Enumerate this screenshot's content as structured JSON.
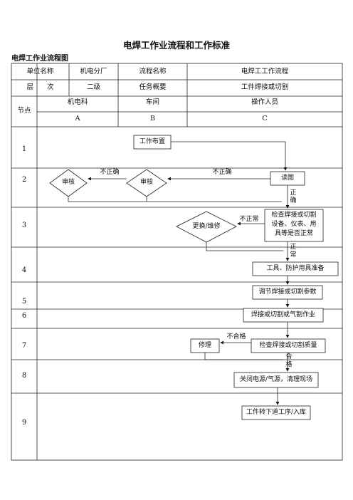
{
  "title": "电焊工作业流程和工作标准",
  "subtitle": "电焊工作业流程图",
  "header": {
    "unit_label": "单位名称",
    "unit_value": "机电分厂",
    "process_label": "流程名称",
    "process_value": "电焊工工作流程",
    "level_label": "层　　次",
    "level_value": "二级",
    "task_label": "任务概要",
    "task_value": "工件焊接或切割",
    "node_label": "节点",
    "col_a": "机电科",
    "col_b": "车间",
    "col_c": "操作人员",
    "col_a_letter": "A",
    "col_b_letter": "B",
    "col_c_letter": "C"
  },
  "rows": [
    "1",
    "2",
    "3",
    "4",
    "5",
    "6",
    "7",
    "8",
    "9"
  ],
  "flow": {
    "work_assign": "工作布置",
    "review_a": "审核",
    "review_b": "审核",
    "incorrect_1": "不正确",
    "incorrect_2": "不正确",
    "read_drawing": "读图",
    "correct_1": "正确",
    "replace_repair": "更换/维修",
    "abnormal": "不正常",
    "check_equipment": [
      "检查焊接或切割",
      "设备、仪表、用",
      "具等是否正常"
    ],
    "normal": "正常",
    "prepare_tools": "工具、防护用具准备",
    "adjust_params": "调节焊接或切割参数",
    "welding_work": "焊接或切割或气割作业",
    "repair": "修理",
    "unqualified": "不合格",
    "check_quality": "检查焊接或切割质量",
    "qualified": "合格",
    "close_power": "关闭电源/气源，清理现场",
    "transfer": "工件转下道工序/入库"
  }
}
